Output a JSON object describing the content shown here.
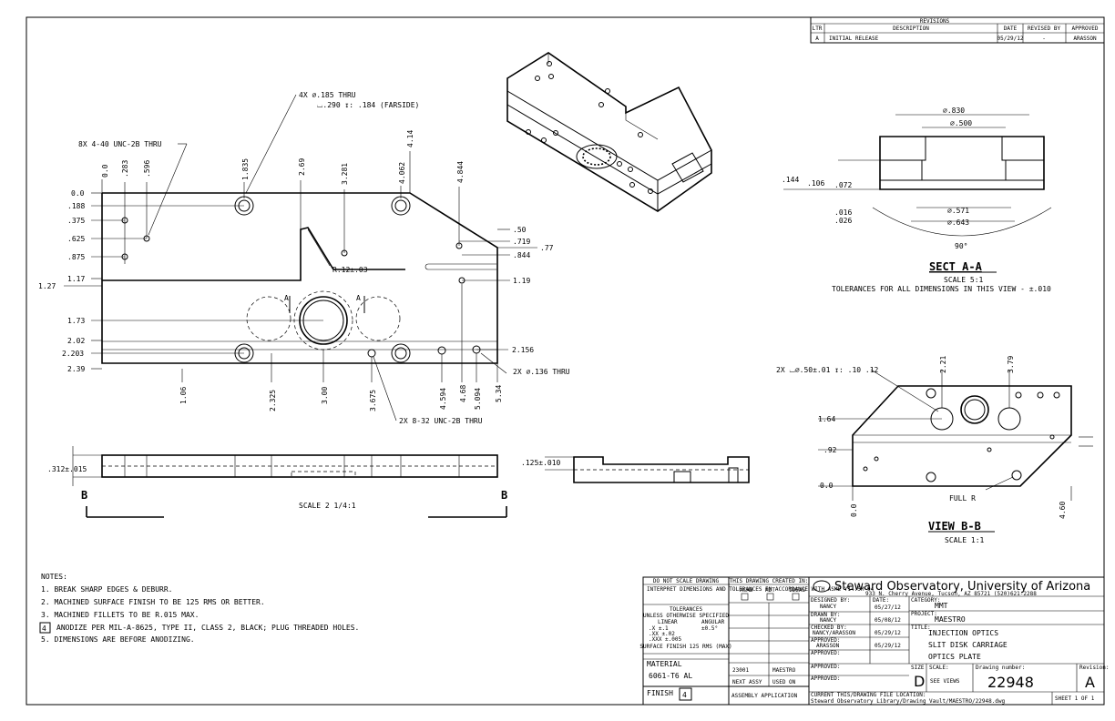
{
  "revisions": {
    "title": "REVISIONS",
    "headers": [
      "LTR",
      "DESCRIPTION",
      "DATE",
      "REVISED BY",
      "APPROVED"
    ],
    "row": [
      "A",
      "INITIAL RELEASE",
      "05/29/12",
      "-",
      "ARASSON"
    ]
  },
  "top_view": {
    "callout_holes": "4X ⌀.185 THRU",
    "callout_cbore": "⌴.290 ↧: .184 (FARSIDE)",
    "callout_tapped": "8X 4-40 UNC-2B THRU",
    "x_dims": [
      "0.0",
      ".283",
      ".596",
      "1.835",
      "2.69",
      "3.281",
      "4.062",
      "4.14",
      "4.844"
    ],
    "y_dims_left": [
      "0.0",
      ".188",
      ".375",
      ".625",
      ".875",
      "1.17",
      "1.27",
      "1.73",
      "2.02",
      "2.203",
      "2.39"
    ],
    "y_dims_right": [
      ".50",
      ".719",
      ".844",
      ".77",
      "1.19",
      "2.156"
    ],
    "radius": "R.12±.03",
    "bottom_dims": [
      "1.06",
      "2.325",
      "3.00",
      "3.675",
      "4.594",
      "4.68",
      "5.094",
      "5.34"
    ],
    "callout_bottom_holes": "2X ⌀.136 THRU",
    "callout_bottom_tapped": "2X 8-32 UNC-2B THRU",
    "section_letter": "A"
  },
  "side_view": {
    "thickness": ".312±.015",
    "scale": "SCALE 2 1/4:1",
    "section_letter": "B"
  },
  "end_view": {
    "thickness": ".125±.010"
  },
  "section_a": {
    "dims": [
      "⌀.830",
      "⌀.500",
      ".144",
      ".106",
      ".072",
      ".016",
      ".026",
      "⌀.571",
      "⌀.643",
      "90°"
    ],
    "title": "SECT A-A",
    "scale": "SCALE 5:1",
    "tolerance": "TOLERANCES FOR ALL DIMENSIONS IN THIS VIEW - ±.010"
  },
  "view_b": {
    "callout": "2X ⌴⌀.50±.01 ↧: .10 .12",
    "dims": [
      "2.21",
      "3.79",
      "1.64",
      ".92",
      "0.0",
      "0.0",
      "4.60"
    ],
    "full_r": "FULL R",
    "title": "VIEW B-B",
    "scale": "SCALE 1:1"
  },
  "notes": {
    "heading": "NOTES:",
    "items": [
      "1. BREAK SHARP EDGES & DEBURR.",
      "2. MACHINED SURFACE FINISH TO BE 125 RMS OR BETTER.",
      "3. MACHINED FILLETS TO BE R.015 MAX.",
      "ANODIZE PER MIL-A-8625, TYPE II, CLASS 2, BLACK; PLUG THREADED HOLES.",
      "5. DIMENSIONS ARE BEFORE ANODIZING."
    ],
    "flag_number": "4"
  },
  "title_block": {
    "do_not_scale": "DO NOT SCALE DRAWING",
    "interpret": "INTERPRET DIMENSIONS AND TOLERANCES IN ACCORDANCE WITH ASME Y14.5M-94",
    "tolerances_label": "TOLERANCES",
    "tolerances_sub": "UNLESS OTHERWISE SPECIFIED",
    "tol_linear": "LINEAR",
    "tol_angular": "ANGULAR",
    "tol_values": [
      ".X ±.1",
      ".XX ±.02",
      ".XXX ±.005",
      "±0.5°"
    ],
    "surface_finish": "SURFACE FINISH 125 RMS (MAX)",
    "drawing_created": "THIS DRAWING CREATED IN:",
    "cad_options": [
      "ACAD",
      "MDT",
      "IDEAS"
    ],
    "org": "Steward Observatory, University of Arizona",
    "address": "933 N. Cherry Avenue, Tucson, AZ 85721   (520)621-2288",
    "drawn_by_label": "DESIGNED BY:",
    "drawn_by": "NANCY",
    "date_label": "DATE:",
    "date1": "05/27/12",
    "drawn_label": "DRAWN BY:",
    "drawn": "NANCY",
    "date2": "05/08/12",
    "checked_label": "CHECKED BY:",
    "checked": "NANCY/ARASSON",
    "date3": "05/29/12",
    "approved_label": "APPROVED:",
    "approved": "ARASSON",
    "date4": "05/29/12",
    "approved2_label": "APPROVED:",
    "approved3_label": "APPROVED:",
    "category_label": "CATEGORY:",
    "category": "MMT",
    "project_label": "PROJECT:",
    "project": "MAESTRO",
    "title_label": "TITLE:",
    "title_lines": [
      "INJECTION OPTICS",
      "SLIT DISK CARRIAGE",
      "OPTICS PLATE"
    ],
    "material_label": "MATERIAL",
    "material": "6061-T6 AL",
    "finish_label": "FINISH",
    "finish_flag": "4",
    "next_assy_num": "23001",
    "next_assy_proj": "MAESTRO",
    "next_assy_label": "NEXT ASSY",
    "used_on_label": "USED ON",
    "assembly_app": "ASSEMBLY APPLICATION",
    "size_label": "SIZE",
    "size": "D",
    "scale_label": "SCALE:",
    "scale": "SEE VIEWS",
    "dwg_label": "Drawing number:",
    "dwg": "22948",
    "rev_label": "Revision:",
    "rev": "A",
    "sheet": "SHEET 1 OF 1",
    "cad_file_label": "CURRENT THIS/DRAWING FILE LOCATION:",
    "cad_file": "Steward Observatory Library/Drawing Vault/MAESTRO/22948.dwg"
  }
}
